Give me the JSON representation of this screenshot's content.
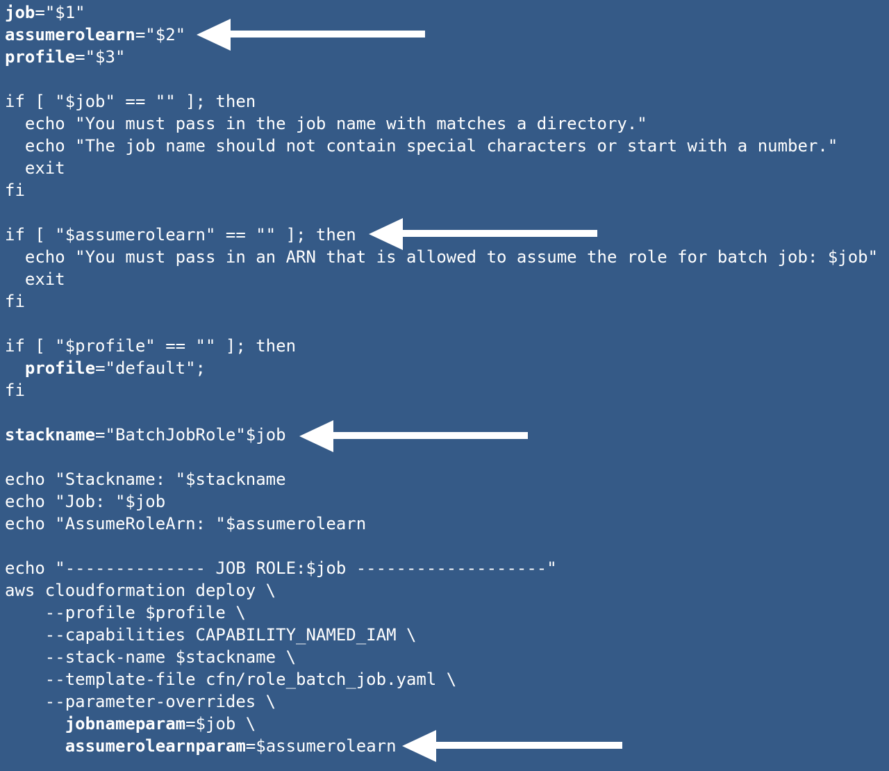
{
  "code": {
    "lines": [
      {
        "k": "job",
        "o": "=",
        "r": "\"$1\""
      },
      {
        "k": "assumerolearn",
        "o": "=",
        "r": "\"$2\""
      },
      {
        "k": "profile",
        "o": "=",
        "r": "\"$3\""
      },
      {
        "t": ""
      },
      {
        "t": "if [ \"$job\" == \"\" ]; then"
      },
      {
        "t": "  echo \"You must pass in the job name with matches a directory.\""
      },
      {
        "t": "  echo \"The job name should not contain special characters or start with a number.\""
      },
      {
        "t": "  exit"
      },
      {
        "t": "fi"
      },
      {
        "t": ""
      },
      {
        "t": "if [ \"$assumerolearn\" == \"\" ]; then"
      },
      {
        "t": "  echo \"You must pass in an ARN that is allowed to assume the role for batch job: $job\""
      },
      {
        "t": "  exit"
      },
      {
        "t": "fi"
      },
      {
        "t": ""
      },
      {
        "t": "if [ \"$profile\" == \"\" ]; then"
      },
      {
        "p": "  ",
        "k": "profile",
        "o": "=",
        "r": "\"default\";"
      },
      {
        "t": "fi"
      },
      {
        "t": ""
      },
      {
        "k": "stackname",
        "o": "=",
        "r": "\"BatchJobRole\"$job"
      },
      {
        "t": ""
      },
      {
        "t": "echo \"Stackname: \"$stackname"
      },
      {
        "t": "echo \"Job: \"$job"
      },
      {
        "t": "echo \"AssumeRoleArn: \"$assumerolearn"
      },
      {
        "t": ""
      },
      {
        "t": "echo \"-------------- JOB ROLE:$job -------------------\""
      },
      {
        "t": "aws cloudformation deploy \\"
      },
      {
        "t": "    --profile $profile \\"
      },
      {
        "t": "    --capabilities CAPABILITY_NAMED_IAM \\"
      },
      {
        "t": "    --stack-name $stackname \\"
      },
      {
        "t": "    --template-file cfn/role_batch_job.yaml \\"
      },
      {
        "t": "    --parameter-overrides \\"
      },
      {
        "p": "      ",
        "k": "jobnameparam",
        "o": "=",
        "r": "$job \\"
      },
      {
        "p": "      ",
        "k": "assumerolearnparam",
        "o": "=",
        "r": "$assumerolearn"
      }
    ]
  },
  "annotations": {
    "arrow_color": "#ffffff",
    "arrows": [
      "arrow-icon",
      "arrow-icon",
      "arrow-icon",
      "arrow-icon"
    ]
  },
  "colors": {
    "background": "#355a87",
    "text": "#ffffff"
  }
}
